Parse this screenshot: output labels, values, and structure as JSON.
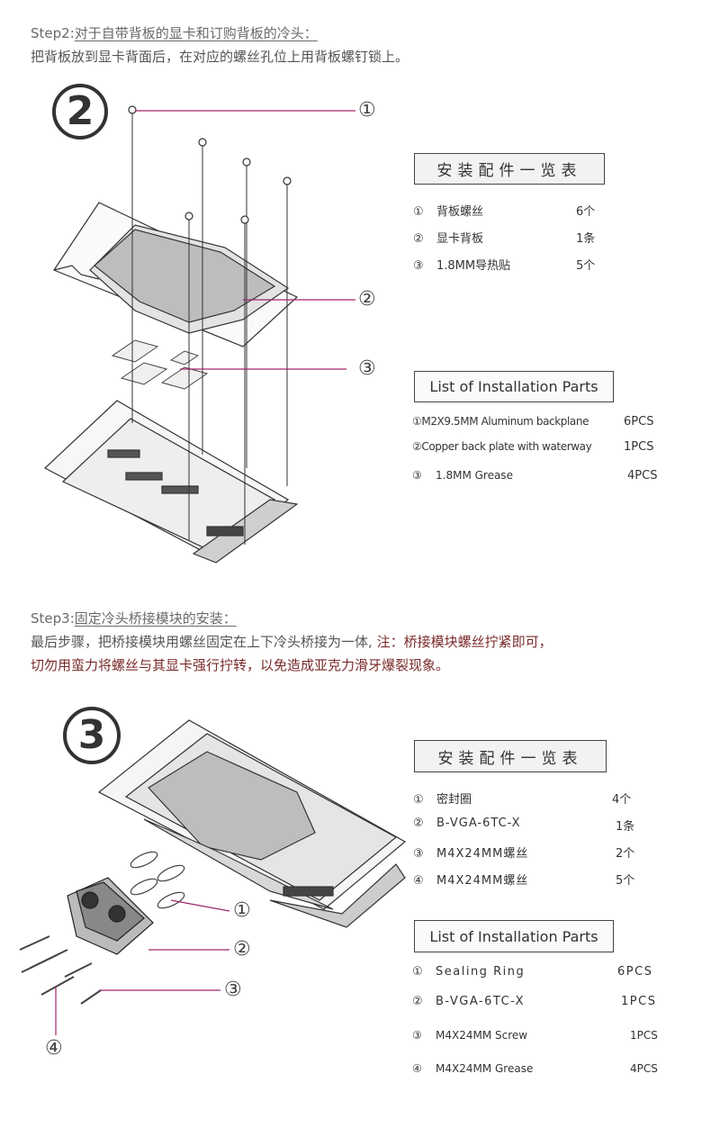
{
  "step2": {
    "label": "Step2:",
    "title": "对于自带背板的显卡和订购背板的冷头：",
    "desc": "把背板放到显卡背面后，在对应的螺丝孔位上用背板螺钉锁上。",
    "badge": "2",
    "callouts": [
      "①",
      "②",
      "③"
    ],
    "cn_header": "安装配件一览表",
    "cn_items": [
      {
        "num": "①",
        "name": "背板螺丝",
        "qty": "6个"
      },
      {
        "num": "②",
        "name": "显卡背板",
        "qty": "1条"
      },
      {
        "num": "③",
        "name": "1.8MM导热贴",
        "qty": "5个"
      }
    ],
    "en_header": "List of Installation Parts",
    "en_items": [
      {
        "num": "①",
        "name": "M2X9.5MM Aluminum backplane",
        "qty": "6PCS"
      },
      {
        "num": "②",
        "name": "Copper back plate with waterway",
        "qty": "1PCS"
      },
      {
        "num": "③",
        "name": "1.8MM Grease",
        "qty": "4PCS"
      }
    ]
  },
  "step3": {
    "label": "Step3:",
    "title": "固定冷头桥接模块的安装：",
    "desc_plain": "最后步骤，把桥接模块用螺丝固定在上下冷头桥接为一体,",
    "desc_note": "注：桥接模块螺丝拧紧即可，",
    "desc_line2": "切勿用蛮力将螺丝与其显卡强行拧转，以免造成亚克力滑牙爆裂现象。",
    "badge": "3",
    "callouts": [
      "①",
      "②",
      "③",
      "④"
    ],
    "cn_header": "安装配件一览表",
    "cn_items": [
      {
        "num": "①",
        "name": "密封圈",
        "qty": "4个"
      },
      {
        "num": "②",
        "name": "B-VGA-6TC-X",
        "qty": "1条"
      },
      {
        "num": "③",
        "name": "M4X24MM螺丝",
        "qty": "2个"
      },
      {
        "num": "④",
        "name": "M4X24MM螺丝",
        "qty": "5个"
      }
    ],
    "en_header": "List of Installation Parts",
    "en_items": [
      {
        "num": "①",
        "name": "Sealing Ring",
        "qty": "6PCS"
      },
      {
        "num": "②",
        "name": "B-VGA-6TC-X",
        "qty": "1PCS"
      },
      {
        "num": "③",
        "name": "M4X24MM Screw",
        "qty": "1PCS"
      },
      {
        "num": "④",
        "name": "M4X24MM Grease",
        "qty": "4PCS"
      }
    ]
  },
  "colors": {
    "accent_line": "#a0266b",
    "note": "#7a2a2a",
    "ink": "#333333"
  }
}
